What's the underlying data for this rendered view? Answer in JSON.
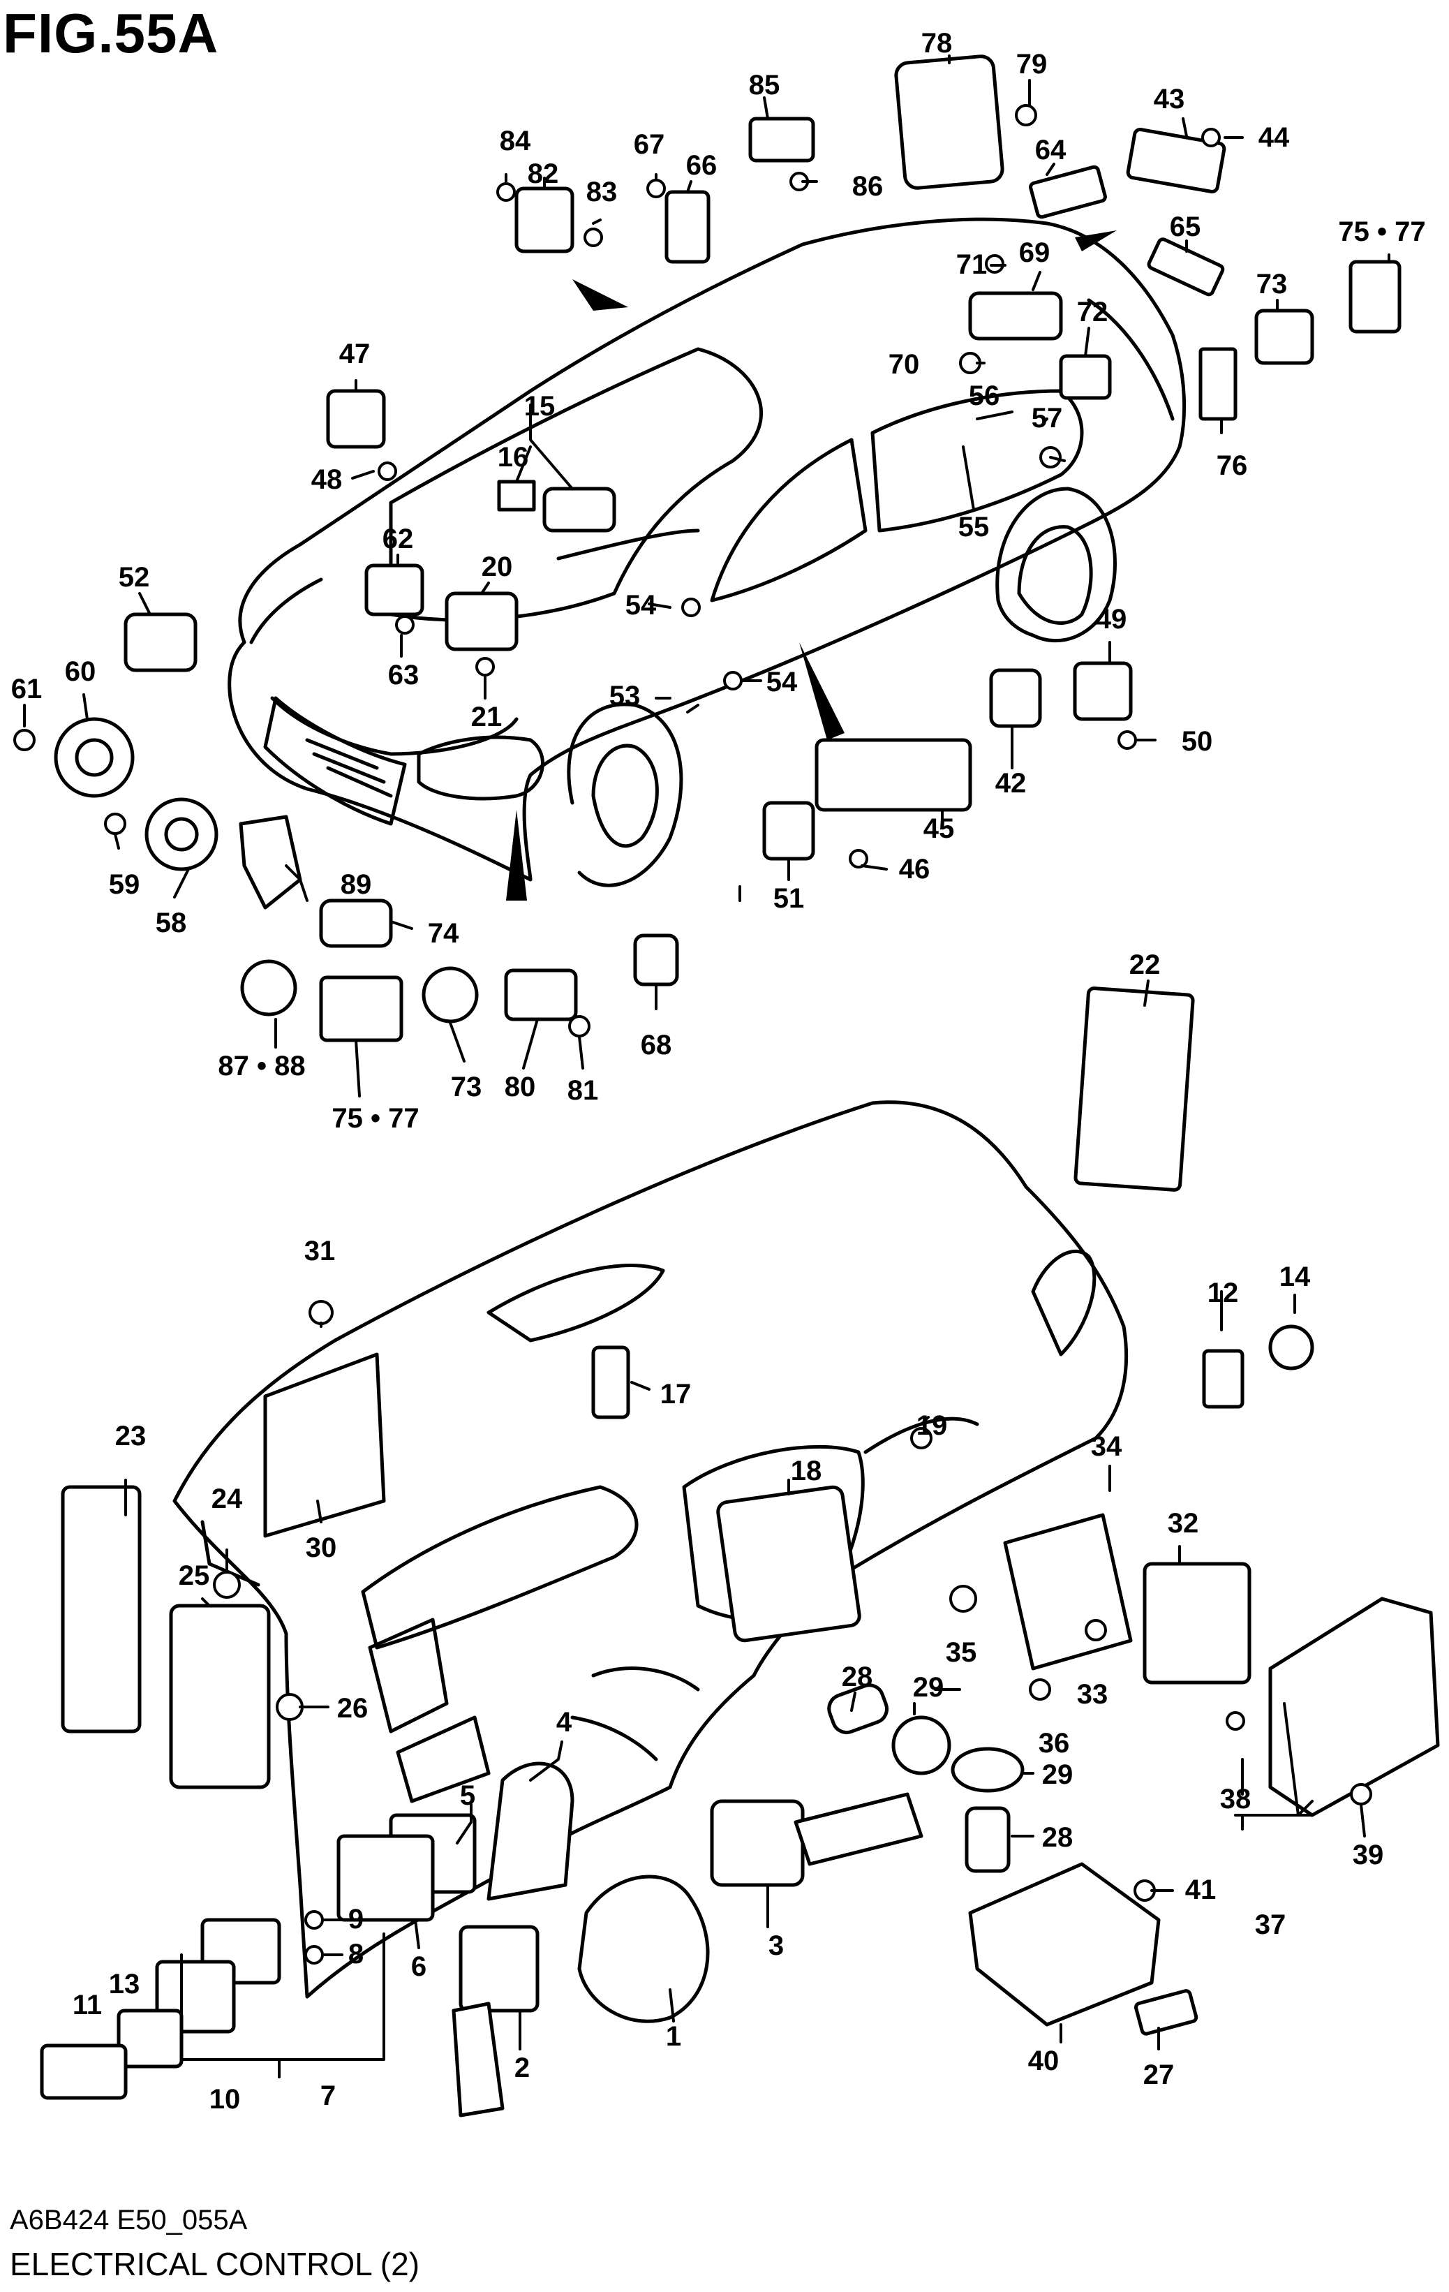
{
  "figure_title": "FIG.55A",
  "diagram_code": "A6B424 E50_055A",
  "caption": "ELECTRICAL CONTROL (2)",
  "callouts": [
    {
      "id": "1",
      "text": "1"
    },
    {
      "id": "2",
      "text": "2"
    },
    {
      "id": "3",
      "text": "3"
    },
    {
      "id": "4",
      "text": "4"
    },
    {
      "id": "5",
      "text": "5"
    },
    {
      "id": "6",
      "text": "6"
    },
    {
      "id": "7",
      "text": "7"
    },
    {
      "id": "8",
      "text": "8"
    },
    {
      "id": "9",
      "text": "9"
    },
    {
      "id": "10",
      "text": "10"
    },
    {
      "id": "11",
      "text": "11"
    },
    {
      "id": "12",
      "text": "12"
    },
    {
      "id": "13",
      "text": "13"
    },
    {
      "id": "14",
      "text": "14"
    },
    {
      "id": "15",
      "text": "15"
    },
    {
      "id": "16",
      "text": "16"
    },
    {
      "id": "17",
      "text": "17"
    },
    {
      "id": "18",
      "text": "18"
    },
    {
      "id": "19",
      "text": "19"
    },
    {
      "id": "20",
      "text": "20"
    },
    {
      "id": "21",
      "text": "21"
    },
    {
      "id": "22",
      "text": "22"
    },
    {
      "id": "23",
      "text": "23"
    },
    {
      "id": "24",
      "text": "24"
    },
    {
      "id": "25",
      "text": "25"
    },
    {
      "id": "26",
      "text": "26"
    },
    {
      "id": "27",
      "text": "27"
    },
    {
      "id": "28a",
      "text": "28"
    },
    {
      "id": "28b",
      "text": "28"
    },
    {
      "id": "29a",
      "text": "29"
    },
    {
      "id": "29b",
      "text": "29"
    },
    {
      "id": "30",
      "text": "30"
    },
    {
      "id": "31",
      "text": "31"
    },
    {
      "id": "32",
      "text": "32"
    },
    {
      "id": "33",
      "text": "33"
    },
    {
      "id": "34",
      "text": "34"
    },
    {
      "id": "35",
      "text": "35"
    },
    {
      "id": "36",
      "text": "36"
    },
    {
      "id": "37",
      "text": "37"
    },
    {
      "id": "38",
      "text": "38"
    },
    {
      "id": "39",
      "text": "39"
    },
    {
      "id": "40",
      "text": "40"
    },
    {
      "id": "41",
      "text": "41"
    },
    {
      "id": "42",
      "text": "42"
    },
    {
      "id": "43",
      "text": "43"
    },
    {
      "id": "44",
      "text": "44"
    },
    {
      "id": "45",
      "text": "45"
    },
    {
      "id": "46",
      "text": "46"
    },
    {
      "id": "47",
      "text": "47"
    },
    {
      "id": "48",
      "text": "48"
    },
    {
      "id": "49",
      "text": "49"
    },
    {
      "id": "50",
      "text": "50"
    },
    {
      "id": "51",
      "text": "51"
    },
    {
      "id": "52",
      "text": "52"
    },
    {
      "id": "53",
      "text": "53"
    },
    {
      "id": "54a",
      "text": "54"
    },
    {
      "id": "54b",
      "text": "54"
    },
    {
      "id": "55",
      "text": "55"
    },
    {
      "id": "56",
      "text": "56"
    },
    {
      "id": "57",
      "text": "57"
    },
    {
      "id": "58",
      "text": "58"
    },
    {
      "id": "59",
      "text": "59"
    },
    {
      "id": "60",
      "text": "60"
    },
    {
      "id": "61",
      "text": "61"
    },
    {
      "id": "62",
      "text": "62"
    },
    {
      "id": "63",
      "text": "63"
    },
    {
      "id": "64",
      "text": "64"
    },
    {
      "id": "65",
      "text": "65"
    },
    {
      "id": "66",
      "text": "66"
    },
    {
      "id": "67",
      "text": "67"
    },
    {
      "id": "68",
      "text": "68"
    },
    {
      "id": "69",
      "text": "69"
    },
    {
      "id": "70",
      "text": "70"
    },
    {
      "id": "71",
      "text": "71"
    },
    {
      "id": "72",
      "text": "72"
    },
    {
      "id": "73a",
      "text": "73"
    },
    {
      "id": "73b",
      "text": "73"
    },
    {
      "id": "74",
      "text": "74"
    },
    {
      "id": "75_77a",
      "text": "75 • 77"
    },
    {
      "id": "75_77b",
      "text": "75 • 77"
    },
    {
      "id": "76",
      "text": "76"
    },
    {
      "id": "78",
      "text": "78"
    },
    {
      "id": "79",
      "text": "79"
    },
    {
      "id": "80",
      "text": "80"
    },
    {
      "id": "81",
      "text": "81"
    },
    {
      "id": "82",
      "text": "82"
    },
    {
      "id": "83",
      "text": "83"
    },
    {
      "id": "84",
      "text": "84"
    },
    {
      "id": "85",
      "text": "85"
    },
    {
      "id": "86",
      "text": "86"
    },
    {
      "id": "87_88",
      "text": "87 • 88"
    },
    {
      "id": "89",
      "text": "89"
    }
  ]
}
